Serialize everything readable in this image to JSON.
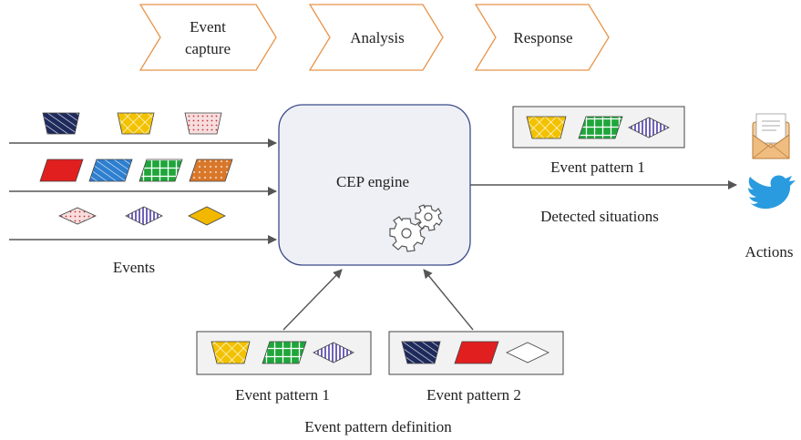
{
  "stages": {
    "capture_line1": "Event",
    "capture_line2": "capture",
    "analysis": "Analysis",
    "response": "Response"
  },
  "engine": {
    "label": "CEP engine"
  },
  "labels": {
    "events": "Events",
    "event_pattern_1_top": "Event pattern 1",
    "detected_situations": "Detected situations",
    "actions": "Actions",
    "event_pattern_1_bottom": "Event pattern 1",
    "event_pattern_2": "Event pattern 2",
    "event_pattern_definition": "Event pattern definition"
  },
  "icons": {
    "envelope": "envelope-icon",
    "bird": "bird-icon",
    "gears": "gears-icon"
  },
  "colors": {
    "chevron_border": "#e8944a",
    "engine_fill": "#eef0f6",
    "engine_border": "#3b4a8a",
    "arrow": "#555555",
    "yellow": "#f2c200",
    "navy": "#1f2a5c",
    "red": "#e11f1f",
    "blue": "#2e7fcf",
    "green": "#1fa63a",
    "orange": "#d9782a",
    "pink": "#f3c9c9",
    "purple": "#7a6fc0"
  }
}
